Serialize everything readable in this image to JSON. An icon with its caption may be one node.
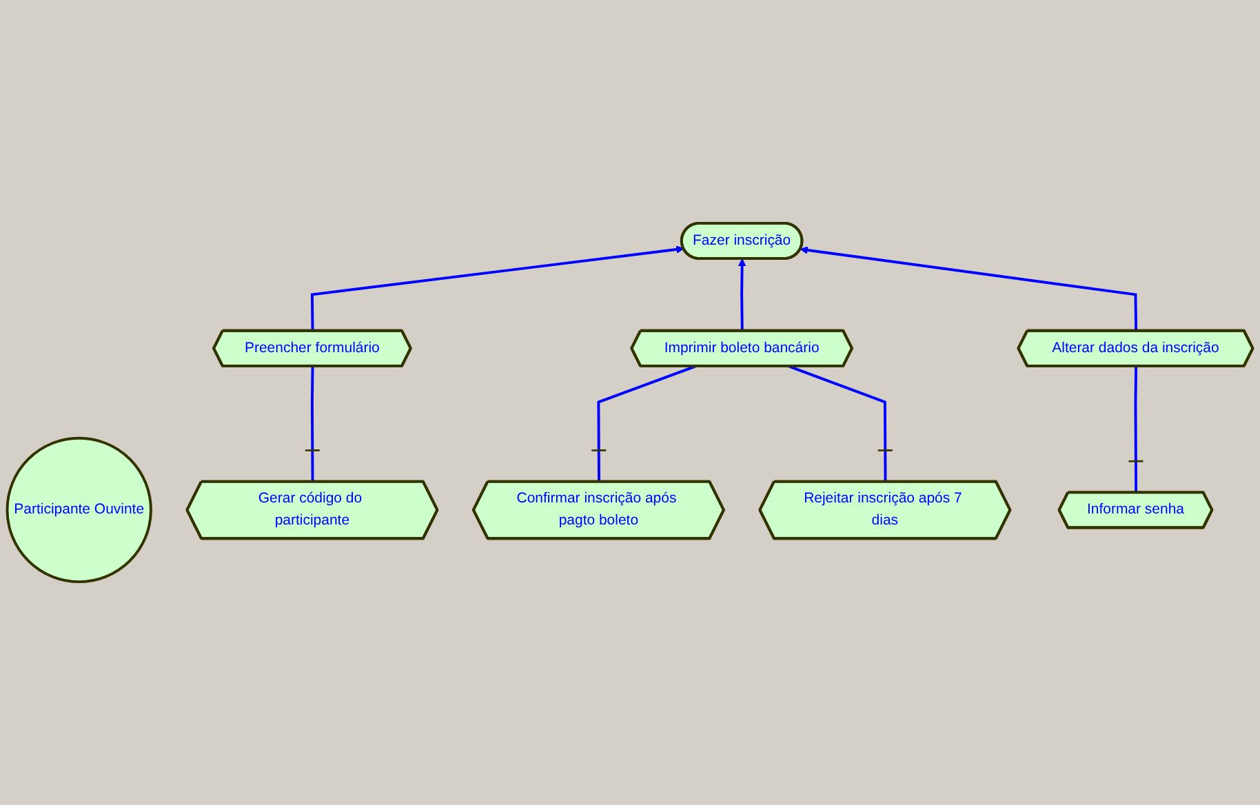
{
  "diagram": {
    "nodes": [
      {
        "text": [
          "Participante Ouvinte"
        ]
      },
      {
        "text": [
          "Fazer inscrição"
        ]
      },
      {
        "text": [
          "Preencher formulário"
        ]
      },
      {
        "text": [
          "Imprimir boleto bancário"
        ]
      },
      {
        "text": [
          "Alterar dados da inscrição"
        ]
      },
      {
        "text": [
          "Gerar código do participante"
        ]
      },
      {
        "text": [
          "Confirmar inscrição após pagto boleto"
        ]
      },
      {
        "text": [
          "Rejeitar inscrição após 7 dias"
        ]
      },
      {
        "text": [
          "Informar senha"
        ]
      }
    ],
    "edges": [
      {
        "from": 2,
        "to": 1,
        "arrow": "to"
      },
      {
        "from": 3,
        "to": 1,
        "arrow": "to"
      },
      {
        "from": 4,
        "to": 1,
        "arrow": "to"
      },
      {
        "from": 2,
        "to": 5,
        "arrow": "other"
      },
      {
        "from": 3,
        "to": 6,
        "arrow": "other"
      },
      {
        "from": 3,
        "to": 7,
        "arrow": "other"
      },
      {
        "from": 4,
        "to": 8,
        "arrow": "other"
      }
    ]
  }
}
